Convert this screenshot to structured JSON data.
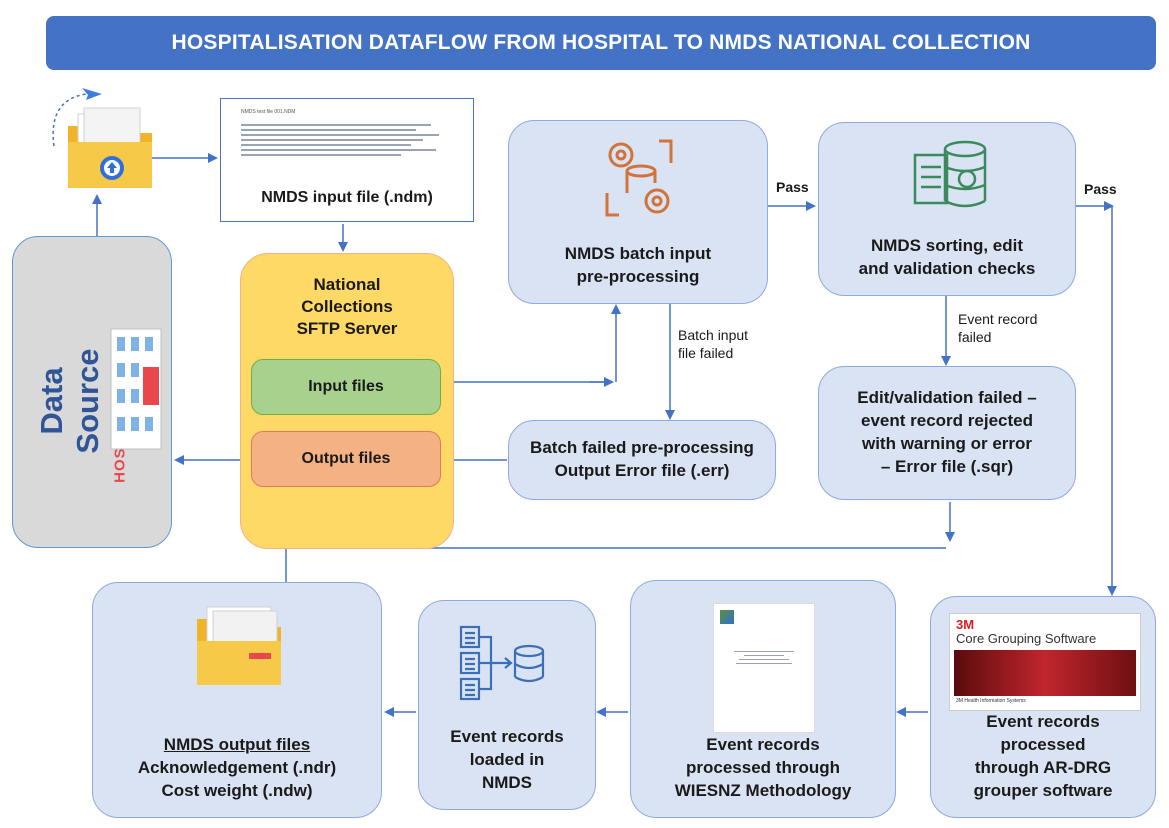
{
  "title": "HOSPITALISATION DATAFLOW FROM HOSPITAL TO NMDS NATIONAL COLLECTION",
  "data_source": {
    "label": "Data Source",
    "hospital_label": "HOSPITAL"
  },
  "input_file": {
    "label": "NMDS input file (.ndm)",
    "heading": "NMDS test file 001.NDM"
  },
  "sftp": {
    "title_line1": "National",
    "title_line2": "Collections",
    "title_line3": "SFTP Server",
    "input_files": "Input files",
    "output_files": "Output files"
  },
  "batch_input": {
    "line1": "NMDS batch input",
    "line2": "pre-processing"
  },
  "sorting": {
    "line1": "NMDS sorting, edit",
    "line2": "and validation checks"
  },
  "batch_failed": {
    "line1": "Batch failed pre-processing",
    "line2": "Output Error file (.err)"
  },
  "edit_failed": {
    "line1": "Edit/validation failed –",
    "line2": "event record rejected",
    "line3": "with warning or error",
    "line4": "– Error file (.sqr)"
  },
  "edge_labels": {
    "pass1": "Pass",
    "pass2": "Pass",
    "batch_input_failed_line1": "Batch input",
    "batch_input_failed_line2": "file failed",
    "event_record_failed_line1": "Event record",
    "event_record_failed_line2": "failed"
  },
  "grouper": {
    "logo": "3M",
    "product": "Core Grouping Software",
    "footer": "3M Health Information Systems",
    "line1": "Event records",
    "line2": "processed",
    "line3": "through AR-DRG",
    "line4": "grouper software"
  },
  "wiesnz": {
    "line1": "Event records",
    "line2": "processed through",
    "line3": "WIESNZ  Methodology"
  },
  "loaded": {
    "line1": "Event records",
    "line2": "loaded in",
    "line3": "NMDS"
  },
  "output_files": {
    "line1": "NMDS output files",
    "line2": "Acknowledgement (.ndr)",
    "line3": "Cost weight (.ndw)"
  },
  "colors": {
    "banner": "#4472c4",
    "box_fill": "#dae3f3",
    "arrow": "#4472c4",
    "sftp_fill": "#ffd966",
    "input_files_fill": "#a9d18e",
    "output_files_fill": "#f4b183",
    "hospital_red": "#e8474c",
    "orange_icon": "#d0743c"
  },
  "icons": [
    "upload-folder-icon",
    "paper-plane-icon",
    "gears-database-icon",
    "database-document-icon",
    "hospital-building-icon",
    "records-to-database-icon",
    "folder-icon"
  ]
}
